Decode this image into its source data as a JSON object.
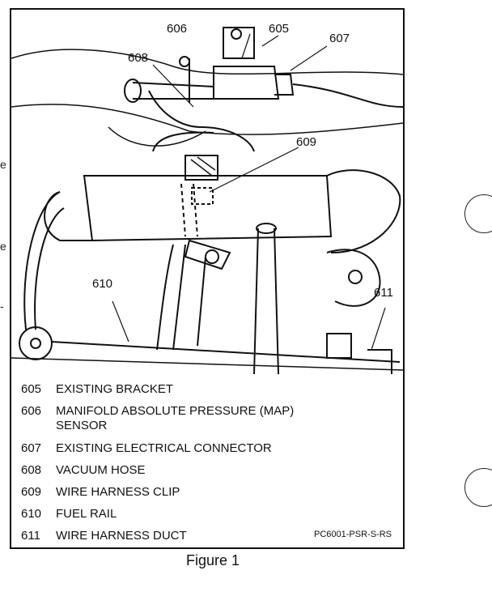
{
  "callouts": {
    "c605": "605",
    "c606": "606",
    "c607": "607",
    "c608": "608",
    "c609": "609",
    "c610": "610",
    "c611": "611"
  },
  "legend": [
    {
      "num": "605",
      "text": "EXISTING BRACKET"
    },
    {
      "num": "606",
      "text": "MANIFOLD ABSOLUTE PRESSURE (MAP) SENSOR"
    },
    {
      "num": "607",
      "text": "EXISTING ELECTRICAL CONNECTOR"
    },
    {
      "num": "608",
      "text": "VACUUM HOSE"
    },
    {
      "num": "609",
      "text": "WIRE HARNESS CLIP"
    },
    {
      "num": "610",
      "text": "FUEL RAIL"
    },
    {
      "num": "611",
      "text": "WIRE HARNESS DUCT"
    }
  ],
  "doc_code": "PC6001-PSR-S-RS",
  "caption": "Figure 1",
  "edge_marks": [
    "e",
    "e",
    "-"
  ]
}
